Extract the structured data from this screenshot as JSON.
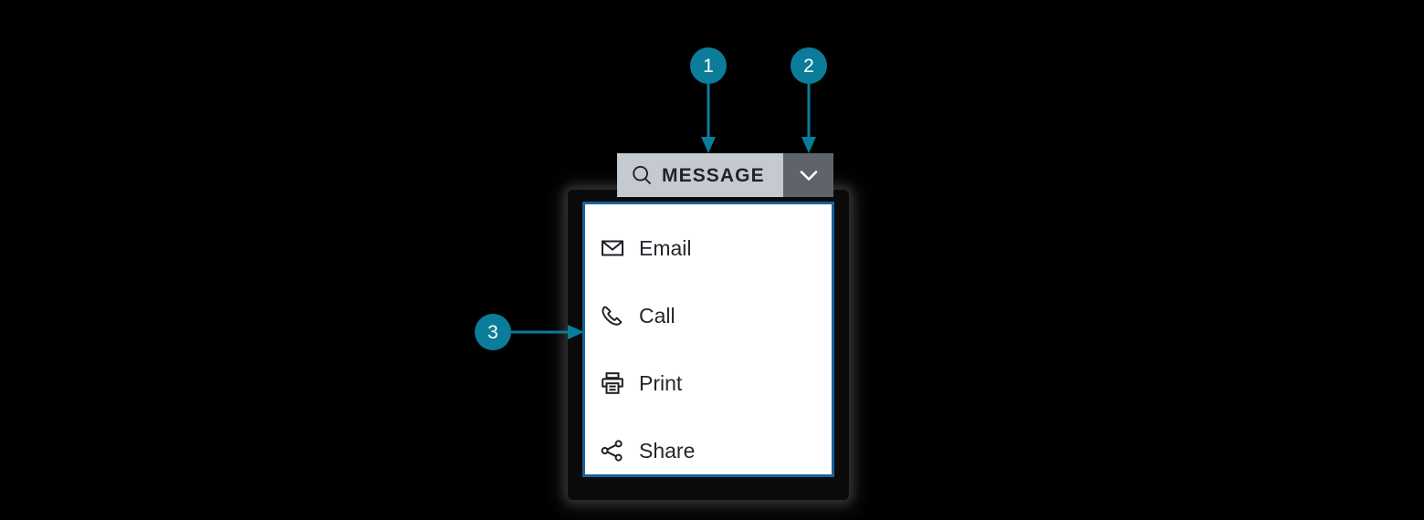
{
  "background_color": "#000000",
  "accent_color": "#0b7c99",
  "toolbar": {
    "search_button": {
      "label": "MESSAGE",
      "icon": "search-icon",
      "background_color": "#c5cad1",
      "text_color": "#20242a"
    },
    "dropdown_toggle": {
      "icon": "chevron-down-icon",
      "background_color": "#5f646c",
      "icon_color": "#ffffff"
    }
  },
  "dropdown_menu": {
    "border_color": "#17639f",
    "background_color": "#ffffff",
    "items": [
      {
        "label": "Email",
        "icon": "envelope-icon"
      },
      {
        "label": "Call",
        "icon": "phone-icon"
      },
      {
        "label": "Print",
        "icon": "printer-icon"
      },
      {
        "label": "Share",
        "icon": "share-nodes-icon"
      }
    ]
  },
  "callouts": [
    {
      "number": "1",
      "target": "search-button",
      "direction": "down"
    },
    {
      "number": "2",
      "target": "dropdown-toggle",
      "direction": "down"
    },
    {
      "number": "3",
      "target": "dropdown-menu",
      "direction": "right"
    }
  ]
}
